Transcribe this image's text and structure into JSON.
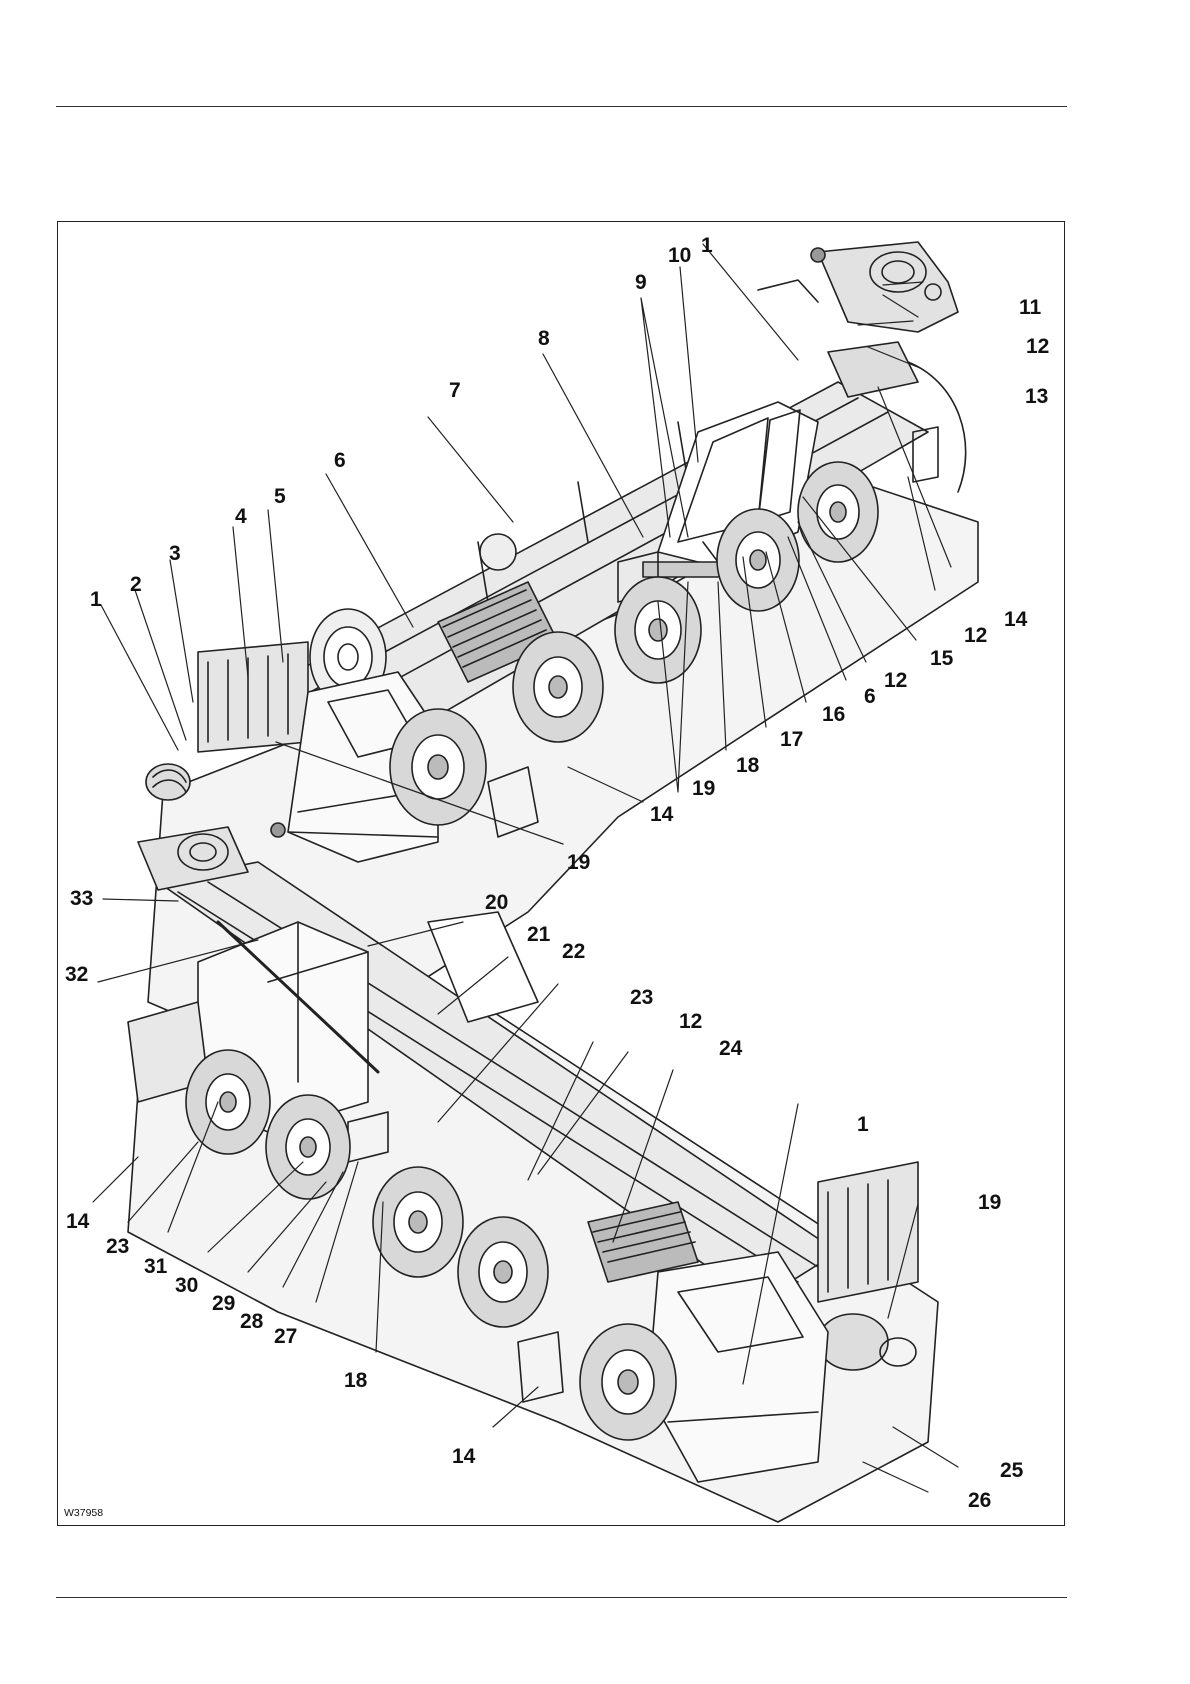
{
  "figure": {
    "code": "W37958",
    "upper_view_callouts": [
      "1",
      "2",
      "3",
      "4",
      "5",
      "6",
      "7",
      "8",
      "9",
      "10",
      "1",
      "11",
      "12",
      "13",
      "14",
      "12",
      "15",
      "12",
      "6",
      "16",
      "17",
      "18",
      "19",
      "14",
      "19"
    ],
    "lower_view_callouts": [
      "33",
      "20",
      "21",
      "22",
      "32",
      "23",
      "12",
      "24",
      "1",
      "19",
      "14",
      "23",
      "31",
      "30",
      "29",
      "28",
      "27",
      "18",
      "14",
      "25",
      "26"
    ]
  }
}
